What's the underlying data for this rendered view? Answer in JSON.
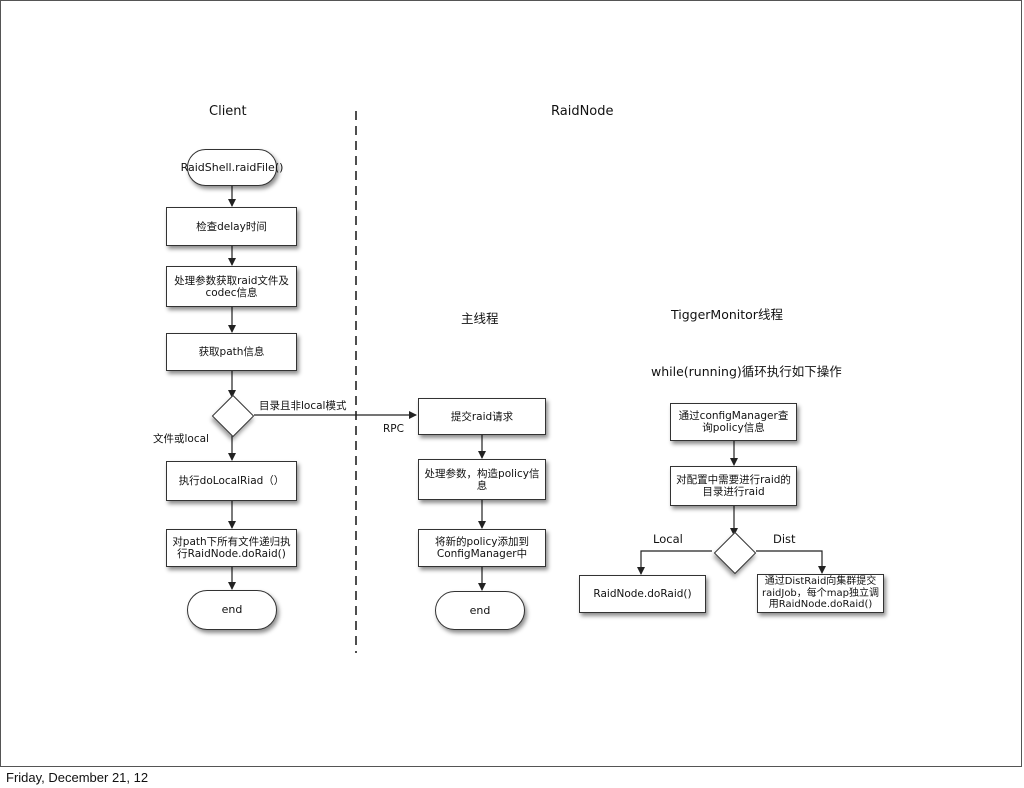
{
  "headings": {
    "client": "Client",
    "raidnode": "RaidNode",
    "main_thread": "主线程",
    "monitor_thread": "TiggerMonitor线程",
    "loop_caption": "while(running)循环执行如下操作"
  },
  "client_flow": {
    "start": "RaidShell.raidFile()",
    "check_delay": "检查delay时间",
    "parse_args": "处理参数获取raid文件及codec信息",
    "get_path": "获取path信息",
    "decision_label_right": "目录且非local模式",
    "decision_label_left": "文件或local",
    "do_local": "执行doLocalRiad（）",
    "recurse": "对path下所有文件递归执行RaidNode.doRaid()",
    "end": "end"
  },
  "rpc_label": "RPC",
  "main_flow": {
    "submit": "提交raid请求",
    "build_policy": "处理参数，构造policy信息",
    "add_policy": "将新的policy添加到ConfigManager中",
    "end": "end"
  },
  "monitor_flow": {
    "query": "通过configManager查询policy信息",
    "dirs": "对配置中需要进行raid的目录进行raid",
    "label_local": "Local",
    "label_dist": "Dist",
    "local_action": "RaidNode.doRaid()",
    "dist_action": "通过DistRaid向集群提交raidJob，每个map独立调用RaidNode.doRaid()"
  },
  "footer": "Friday, December 21, 12"
}
